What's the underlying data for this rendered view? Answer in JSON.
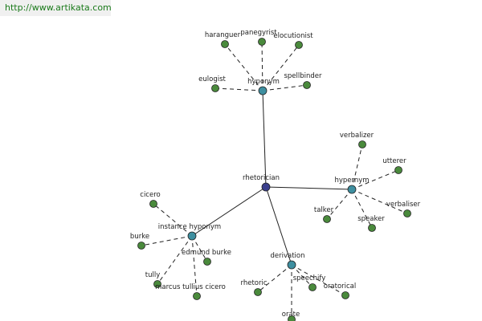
{
  "header": {
    "url": "http://www.artikata.com"
  },
  "graph": {
    "center": {
      "label": "rhetorician",
      "color": "#3a3f8c"
    },
    "colors": {
      "hub": "#3e8fa0",
      "leaf": "#4a8a3c",
      "edge": "#222222"
    },
    "hubs": [
      {
        "id": "hyponym-top",
        "label": "hyponym",
        "leaves": [
          "haranguer",
          "panegyrist",
          "elocutionist",
          "eulogist",
          "spellbinder"
        ]
      },
      {
        "id": "hypernym",
        "label": "hypernym",
        "leaves": [
          "verbalizer",
          "utterer",
          "verbaliser",
          "speaker",
          "talker"
        ]
      },
      {
        "id": "instance-hyponym",
        "label": "instance hyponym",
        "leaves": [
          "cicero",
          "burke",
          "edmund burke",
          "tully",
          "marcus tullius cicero"
        ]
      },
      {
        "id": "derivation",
        "label": "derivation",
        "leaves": [
          "rhetoric",
          "speechify",
          "oratorical",
          "orate"
        ]
      }
    ]
  }
}
